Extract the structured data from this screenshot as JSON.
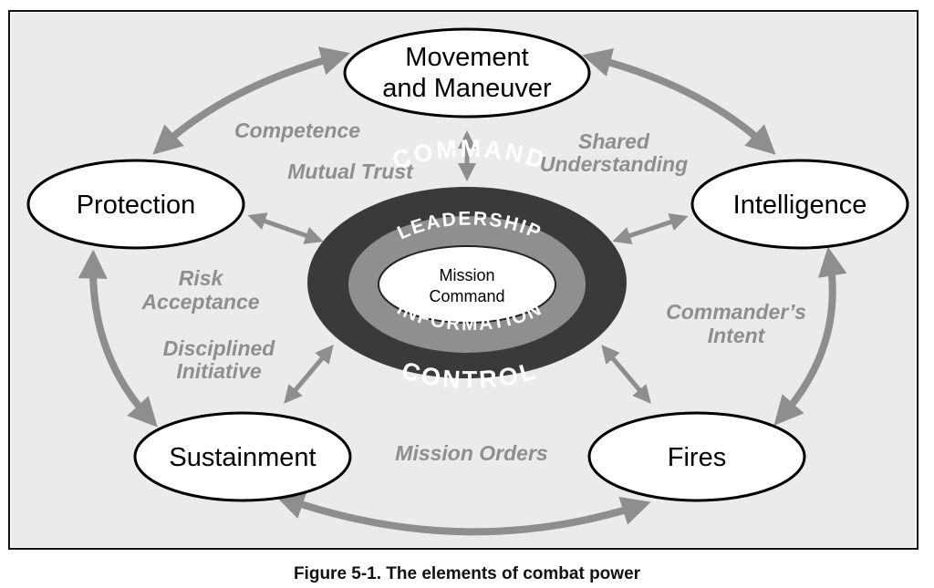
{
  "figure": {
    "caption": "Figure 5-1. The elements of combat power"
  },
  "warfighting_functions": {
    "movement_line1": "Movement",
    "movement_line2": "and Maneuver",
    "protection": "Protection",
    "intelligence": "Intelligence",
    "sustainment": "Sustainment",
    "fires": "Fires"
  },
  "center": {
    "outer_top": "COMMAND",
    "outer_bottom": "CONTROL",
    "middle_top": "LEADERSHIP",
    "middle_bottom": "INFORMATION",
    "inner_line1": "Mission",
    "inner_line2": "Command"
  },
  "principles": {
    "competence": "Competence",
    "mutual_trust": "Mutual Trust",
    "shared_line1": "Shared",
    "shared_line2": "Understanding",
    "risk_line1": "Risk",
    "risk_line2": "Acceptance",
    "disciplined_line1": "Disciplined",
    "disciplined_line2": "Initiative",
    "intent_line1": "Commander’s",
    "intent_line2": "Intent",
    "mission_orders": "Mission Orders"
  },
  "colors": {
    "background_panel": "#ebebeb",
    "arrow_gray": "#8e8e8e",
    "command_ring": "#3a3a3a",
    "leadership_ring": "#8f8f8f",
    "text_gray": "#8e8e8e"
  }
}
